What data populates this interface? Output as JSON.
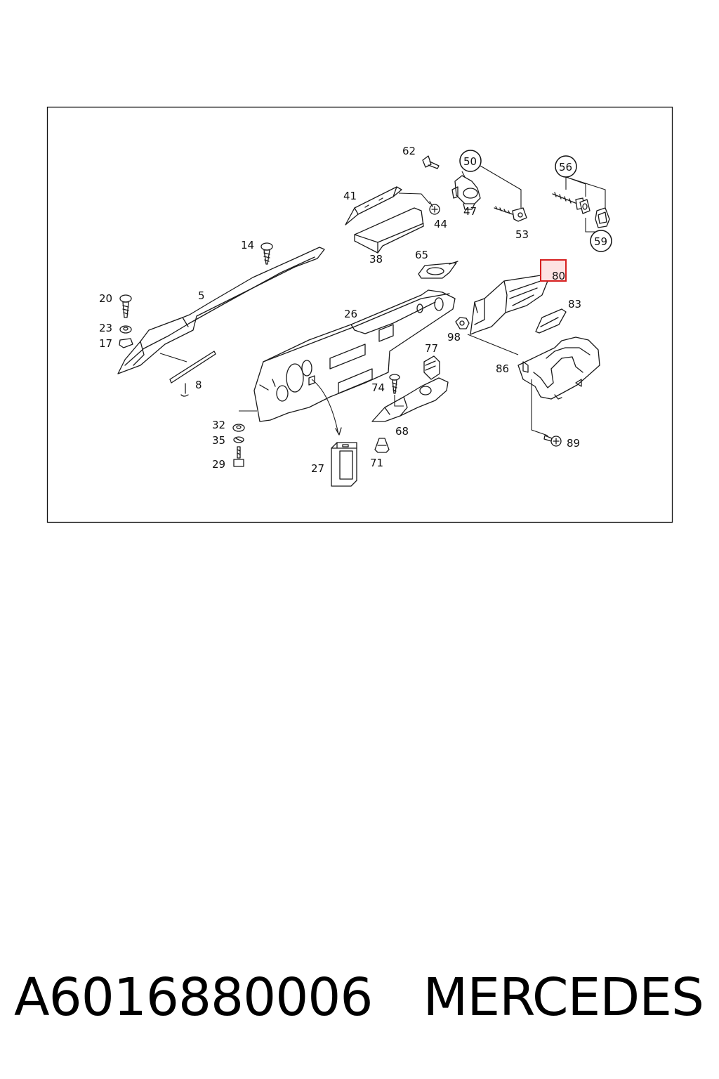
{
  "footer": {
    "part_number": "A6016880006",
    "brand": "MERCEDES"
  },
  "diagram": {
    "callouts": {
      "c5": "5",
      "c8": "8",
      "c14": "14",
      "c17": "17",
      "c20": "20",
      "c23": "23",
      "c26": "26",
      "c27": "27",
      "c29": "29",
      "c32": "32",
      "c35": "35",
      "c38": "38",
      "c41": "41",
      "c44": "44",
      "c47": "47",
      "c50": "50",
      "c53": "53",
      "c56": "56",
      "c59": "59",
      "c62": "62",
      "c65": "65",
      "c68": "68",
      "c71": "71",
      "c74": "74",
      "c77": "77",
      "c80": "80",
      "c83": "83",
      "c86": "86",
      "c89": "89",
      "c98": "98"
    },
    "highlighted_callout": "80",
    "colors": {
      "highlight_border": "#d62020",
      "highlight_fill": "#fde3e3",
      "highlight_text": "#8a4a4a",
      "line": "#1a1a1a"
    }
  }
}
